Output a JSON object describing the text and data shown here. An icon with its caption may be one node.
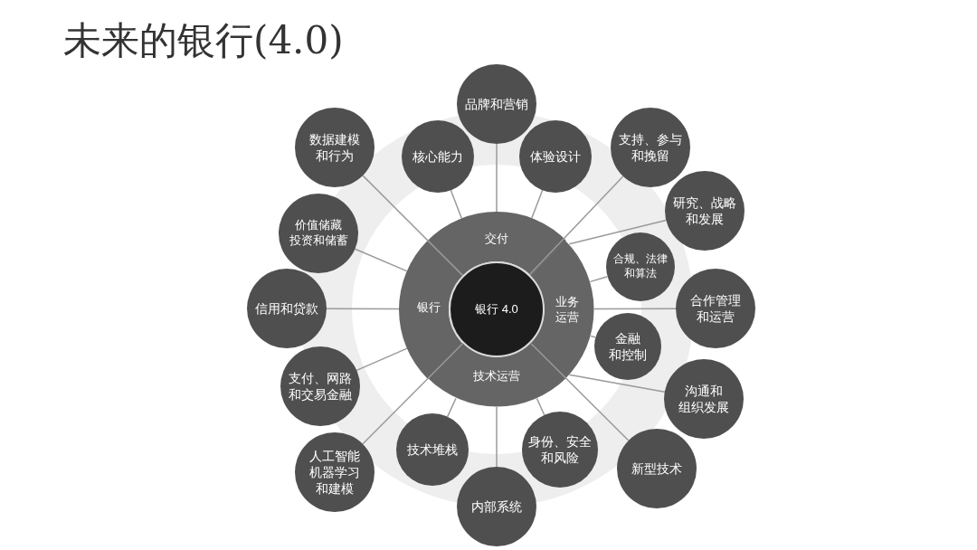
{
  "diagram": {
    "title": "未来的银行(4.0)",
    "nodes": [
      {
        "text": [
          "品牌和营销"
        ]
      },
      {
        "text": [
          "数据建模和行为"
        ]
      },
      {
        "text": [
          "核心能力"
        ]
      },
      {
        "text": [
          "体验设计"
        ]
      },
      {
        "text": [
          "支持、参与和挽留"
        ]
      },
      {
        "text": [
          "研究、战略和发展"
        ]
      },
      {
        "text": [
          "价值储藏投资和储蓄"
        ]
      },
      {
        "text": [
          "交付"
        ]
      },
      {
        "text": [
          "合规、法律和算法"
        ]
      },
      {
        "text": [
          "信用和贷款"
        ]
      },
      {
        "text": [
          "银行"
        ]
      },
      {
        "text": [
          "银行 4.0"
        ]
      },
      {
        "text": [
          "业务运营"
        ]
      },
      {
        "text": [
          "合作管理和运营"
        ]
      },
      {
        "text": [
          "金融和控制"
        ]
      },
      {
        "text": [
          "支付、网路和交易金融"
        ]
      },
      {
        "text": [
          "技术运营"
        ]
      },
      {
        "text": [
          "沟通和组织发展"
        ]
      },
      {
        "text": [
          "人工智能机器学习和建模"
        ]
      },
      {
        "text": [
          "技术堆栈"
        ]
      },
      {
        "text": [
          "身份、安全和风险"
        ]
      },
      {
        "text": [
          "新型技术"
        ]
      },
      {
        "text": [
          "内部系统"
        ]
      }
    ],
    "edges": [
      {
        "from": 0,
        "to": 7,
        "arrow": "none"
      },
      {
        "from": 2,
        "to": 7,
        "arrow": "none"
      },
      {
        "from": 3,
        "to": 7,
        "arrow": "none"
      },
      {
        "from": 1,
        "to": 11,
        "arrow": "none"
      },
      {
        "from": 4,
        "to": 11,
        "arrow": "none"
      },
      {
        "from": 18,
        "to": 11,
        "arrow": "none"
      },
      {
        "from": 21,
        "to": 11,
        "arrow": "none"
      },
      {
        "from": 6,
        "to": 10,
        "arrow": "none"
      },
      {
        "from": 9,
        "to": 10,
        "arrow": "none"
      },
      {
        "from": 15,
        "to": 10,
        "arrow": "none"
      },
      {
        "from": 5,
        "to": 12,
        "arrow": "none"
      },
      {
        "from": 8,
        "to": 12,
        "arrow": "none"
      },
      {
        "from": 13,
        "to": 12,
        "arrow": "none"
      },
      {
        "from": 14,
        "to": 12,
        "arrow": "none"
      },
      {
        "from": 17,
        "to": 12,
        "arrow": "none"
      },
      {
        "from": 19,
        "to": 16,
        "arrow": "none"
      },
      {
        "from": 22,
        "to": 16,
        "arrow": "none"
      },
      {
        "from": 20,
        "to": 16,
        "arrow": "none"
      }
    ]
  }
}
